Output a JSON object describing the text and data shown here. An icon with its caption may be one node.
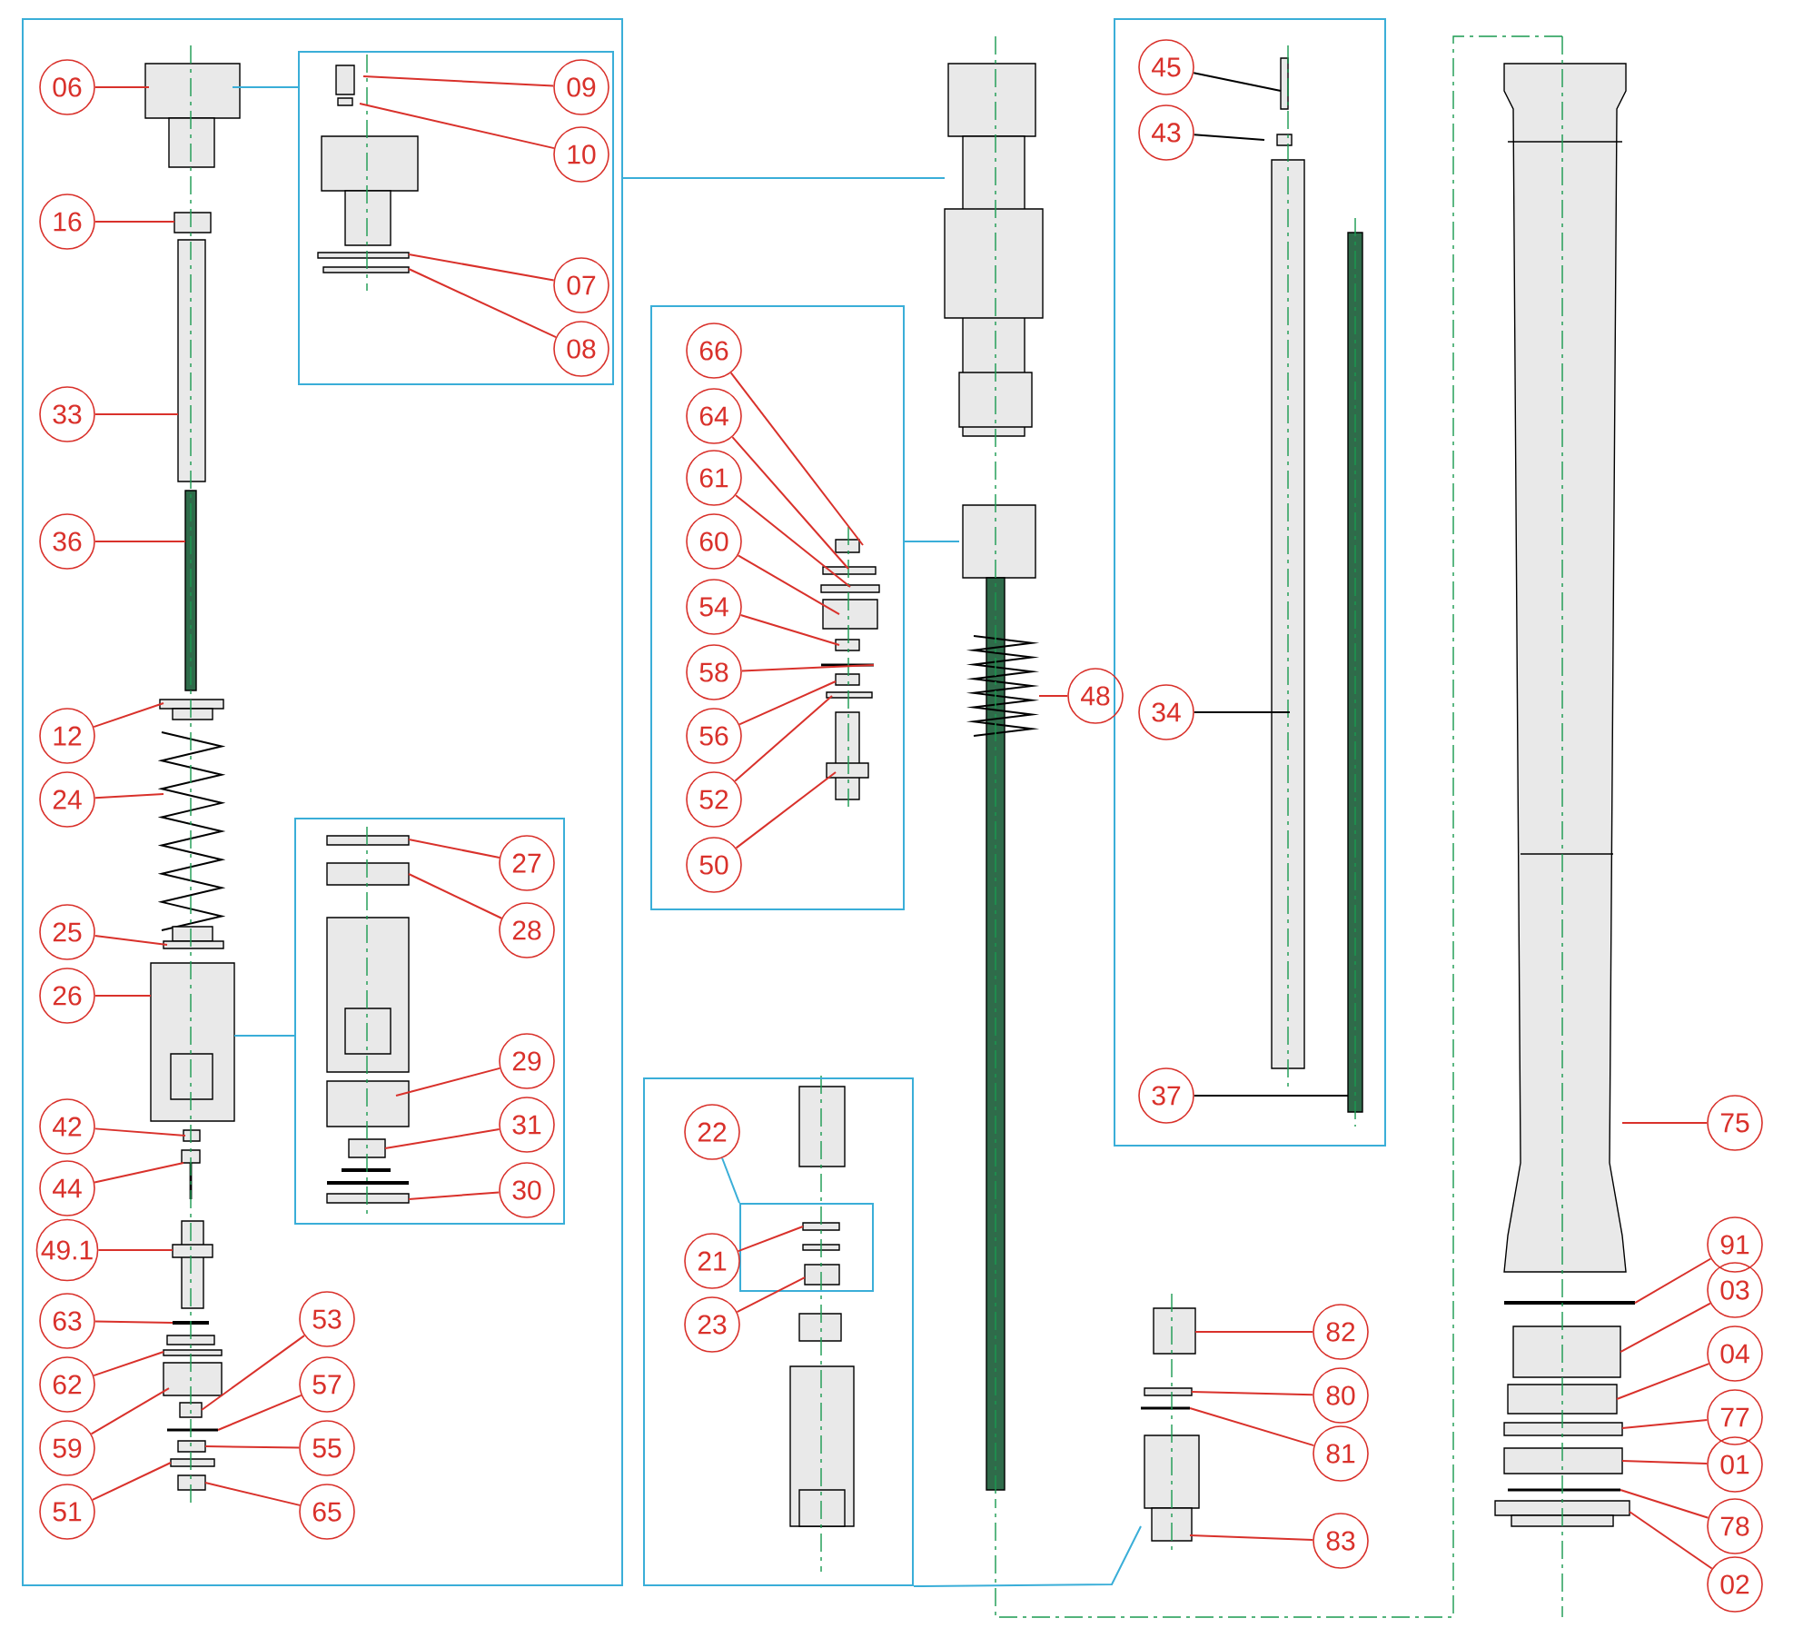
{
  "diagram": {
    "nodes": [
      {
        "text": [],
        "shape": "box"
      },
      {
        "text": [],
        "shape": "box",
        "in": 0
      },
      {
        "text": [],
        "shape": "box",
        "in": 0
      },
      {
        "text": [],
        "shape": "box"
      },
      {
        "text": [],
        "shape": "box"
      },
      {
        "text": [],
        "shape": "box",
        "in": 4
      },
      {
        "text": [],
        "shape": "box"
      },
      {
        "text": [
          "06"
        ],
        "in": 0
      },
      {
        "text": [
          "16"
        ],
        "in": 0
      },
      {
        "text": [
          "33"
        ],
        "in": 0
      },
      {
        "text": [
          "36"
        ],
        "in": 0
      },
      {
        "text": [
          "12"
        ],
        "in": 0
      },
      {
        "text": [
          "24"
        ],
        "in": 0
      },
      {
        "text": [
          "25"
        ],
        "in": 0
      },
      {
        "text": [
          "26"
        ],
        "in": 0
      },
      {
        "text": [
          "42"
        ],
        "in": 0
      },
      {
        "text": [
          "44"
        ],
        "in": 0
      },
      {
        "text": [
          "49.1"
        ],
        "in": 0
      },
      {
        "text": [
          "63"
        ],
        "in": 0
      },
      {
        "text": [
          "62"
        ],
        "in": 0
      },
      {
        "text": [
          "59"
        ],
        "in": 0
      },
      {
        "text": [
          "51"
        ],
        "in": 0
      },
      {
        "text": [
          "53"
        ],
        "in": 0
      },
      {
        "text": [
          "57"
        ],
        "in": 0
      },
      {
        "text": [
          "55"
        ],
        "in": 0
      },
      {
        "text": [
          "65"
        ],
        "in": 0
      },
      {
        "text": [
          "09"
        ],
        "in": 1
      },
      {
        "text": [
          "10"
        ],
        "in": 1
      },
      {
        "text": [
          "07"
        ],
        "in": 1
      },
      {
        "text": [
          "08"
        ],
        "in": 1
      },
      {
        "text": [
          "27"
        ],
        "in": 2
      },
      {
        "text": [
          "28"
        ],
        "in": 2
      },
      {
        "text": [
          "29"
        ],
        "in": 2
      },
      {
        "text": [
          "31"
        ],
        "in": 2
      },
      {
        "text": [
          "30"
        ],
        "in": 2
      },
      {
        "text": [
          "66"
        ],
        "in": 3
      },
      {
        "text": [
          "64"
        ],
        "in": 3
      },
      {
        "text": [
          "61"
        ],
        "in": 3
      },
      {
        "text": [
          "60"
        ],
        "in": 3
      },
      {
        "text": [
          "54"
        ],
        "in": 3
      },
      {
        "text": [
          "58"
        ],
        "in": 3
      },
      {
        "text": [
          "56"
        ],
        "in": 3
      },
      {
        "text": [
          "52"
        ],
        "in": 3
      },
      {
        "text": [
          "50"
        ],
        "in": 3
      },
      {
        "text": [
          "48"
        ]
      },
      {
        "text": [
          "22"
        ],
        "in": 4
      },
      {
        "text": [
          "21"
        ],
        "in": 4
      },
      {
        "text": [
          "23"
        ],
        "in": 4
      },
      {
        "text": [
          "45"
        ],
        "in": 6
      },
      {
        "text": [
          "43"
        ],
        "in": 6
      },
      {
        "text": [
          "34"
        ],
        "in": 6
      },
      {
        "text": [
          "37"
        ],
        "in": 6
      },
      {
        "text": [
          "82"
        ]
      },
      {
        "text": [
          "80"
        ]
      },
      {
        "text": [
          "81"
        ]
      },
      {
        "text": [
          "83"
        ]
      },
      {
        "text": [
          "75"
        ]
      },
      {
        "text": [
          "91"
        ]
      },
      {
        "text": [
          "03"
        ]
      },
      {
        "text": [
          "04"
        ]
      },
      {
        "text": [
          "77"
        ]
      },
      {
        "text": [
          "01"
        ]
      },
      {
        "text": [
          "78"
        ]
      },
      {
        "text": [
          "02"
        ]
      }
    ],
    "edges": [
      {
        "from": 0,
        "to": null,
        "arrow": "none",
        "color": "#3aaed8"
      },
      {
        "from": 1,
        "to": null,
        "arrow": "none",
        "color": "#3aaed8"
      },
      {
        "from": 2,
        "to": null,
        "arrow": "none",
        "color": "#3aaed8"
      },
      {
        "from": 3,
        "to": null,
        "arrow": "none",
        "color": "#3aaed8"
      },
      {
        "from": 4,
        "to": null,
        "arrow": "none",
        "color": "#3aaed8"
      },
      {
        "from": 45,
        "to": 5,
        "arrow": "none",
        "color": "#3aaed8"
      },
      {
        "from": 7,
        "to": null,
        "arrow": "none"
      },
      {
        "from": 8,
        "to": null,
        "arrow": "none"
      },
      {
        "from": 9,
        "to": null,
        "arrow": "none"
      },
      {
        "from": 10,
        "to": null,
        "arrow": "none"
      },
      {
        "from": 11,
        "to": null,
        "arrow": "none"
      },
      {
        "from": 12,
        "to": null,
        "arrow": "none"
      },
      {
        "from": 13,
        "to": null,
        "arrow": "none"
      },
      {
        "from": 14,
        "to": null,
        "arrow": "none"
      },
      {
        "from": 15,
        "to": null,
        "arrow": "none"
      },
      {
        "from": 16,
        "to": null,
        "arrow": "none"
      },
      {
        "from": 17,
        "to": null,
        "arrow": "none"
      },
      {
        "from": 18,
        "to": null,
        "arrow": "none"
      },
      {
        "from": 19,
        "to": null,
        "arrow": "none"
      },
      {
        "from": 20,
        "to": null,
        "arrow": "none"
      },
      {
        "from": 21,
        "to": null,
        "arrow": "none"
      },
      {
        "from": 22,
        "to": null,
        "arrow": "none"
      },
      {
        "from": 23,
        "to": null,
        "arrow": "none"
      },
      {
        "from": 24,
        "to": null,
        "arrow": "none"
      },
      {
        "from": 25,
        "to": null,
        "arrow": "none"
      },
      {
        "from": 26,
        "to": null,
        "arrow": "none"
      },
      {
        "from": 27,
        "to": null,
        "arrow": "none"
      },
      {
        "from": 28,
        "to": null,
        "arrow": "none"
      },
      {
        "from": 29,
        "to": null,
        "arrow": "none"
      },
      {
        "from": 30,
        "to": null,
        "arrow": "none"
      },
      {
        "from": 31,
        "to": null,
        "arrow": "none"
      },
      {
        "from": 32,
        "to": null,
        "arrow": "none"
      },
      {
        "from": 33,
        "to": null,
        "arrow": "none"
      },
      {
        "from": 34,
        "to": null,
        "arrow": "none"
      },
      {
        "from": 35,
        "to": null,
        "arrow": "none"
      },
      {
        "from": 36,
        "to": null,
        "arrow": "none"
      },
      {
        "from": 37,
        "to": null,
        "arrow": "none"
      },
      {
        "from": 38,
        "to": null,
        "arrow": "none"
      },
      {
        "from": 39,
        "to": null,
        "arrow": "none"
      },
      {
        "from": 40,
        "to": null,
        "arrow": "none"
      },
      {
        "from": 41,
        "to": null,
        "arrow": "none"
      },
      {
        "from": 42,
        "to": null,
        "arrow": "none"
      },
      {
        "from": 43,
        "to": null,
        "arrow": "none"
      },
      {
        "from": 44,
        "to": null,
        "arrow": "none"
      },
      {
        "from": 46,
        "to": 5,
        "arrow": "none"
      },
      {
        "from": 47,
        "to": 5,
        "arrow": "none"
      },
      {
        "from": 48,
        "to": null,
        "arrow": "none",
        "color": "#000000"
      },
      {
        "from": 49,
        "to": null,
        "arrow": "none",
        "color": "#000000"
      },
      {
        "from": 50,
        "to": null,
        "arrow": "none",
        "color": "#000000"
      },
      {
        "from": 51,
        "to": null,
        "arrow": "none",
        "color": "#000000"
      },
      {
        "from": 52,
        "to": null,
        "arrow": "none"
      },
      {
        "from": 53,
        "to": null,
        "arrow": "none"
      },
      {
        "from": 54,
        "to": null,
        "arrow": "none"
      },
      {
        "from": 55,
        "to": null,
        "arrow": "none"
      },
      {
        "from": 56,
        "to": null,
        "arrow": "none"
      },
      {
        "from": 57,
        "to": null,
        "arrow": "none"
      },
      {
        "from": 58,
        "to": null,
        "arrow": "none"
      },
      {
        "from": 59,
        "to": null,
        "arrow": "none"
      },
      {
        "from": 60,
        "to": null,
        "arrow": "none"
      },
      {
        "from": 61,
        "to": null,
        "arrow": "none"
      },
      {
        "from": 62,
        "to": null,
        "arrow": "none"
      },
      {
        "from": 63,
        "to": null,
        "arrow": "none"
      }
    ]
  }
}
